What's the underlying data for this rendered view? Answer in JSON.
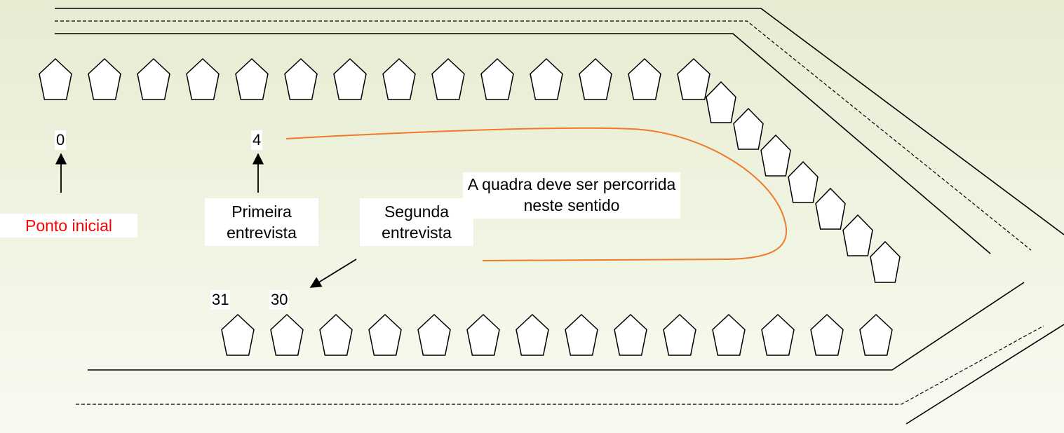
{
  "colors": {
    "background_top": "#e6ecd2",
    "background_bottom": "#f8faf1",
    "lines": "#000000",
    "route_curve": "#ee7a2a",
    "start_label": "#ff0000"
  },
  "icons": {
    "house": "pentagon-house-icon",
    "arrow": "arrow-icon"
  },
  "labels": {
    "house_0": "0",
    "house_4": "4",
    "house_31": "31",
    "house_30": "30",
    "start_point": "Ponto inicial",
    "first_interview": "Primeira entrevista",
    "second_interview": "Segunda entrevista",
    "direction_note": "A quadra deve ser percorrida neste sentido"
  },
  "houses": {
    "top_row_count": 14,
    "diagonal_count": 7,
    "bottom_row_count": 14
  }
}
